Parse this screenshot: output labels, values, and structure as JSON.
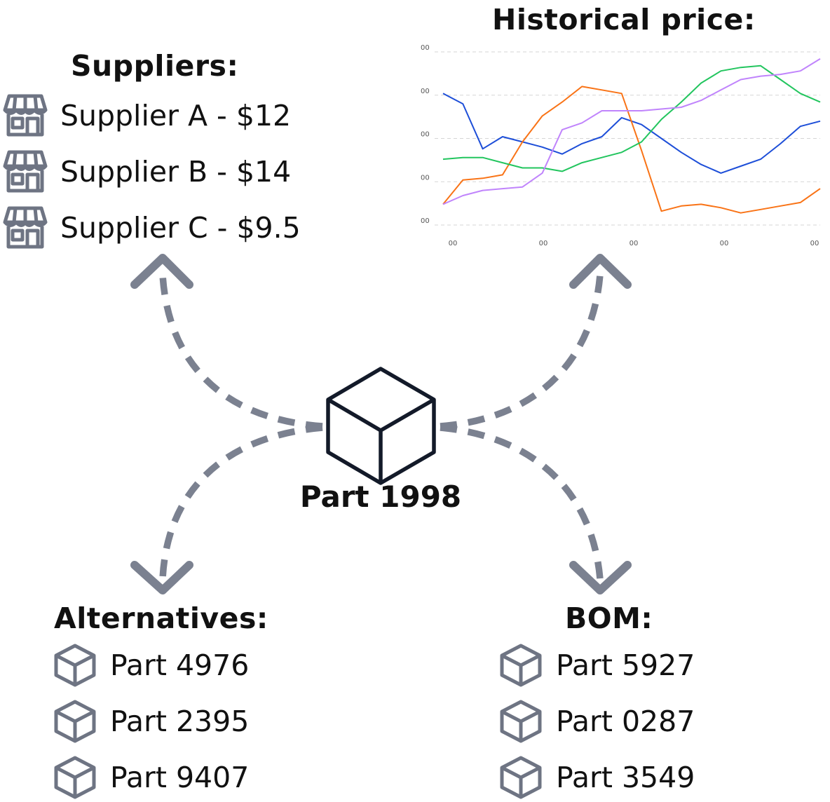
{
  "center": {
    "label": "Part 1998",
    "icon": "cube-icon"
  },
  "suppliers": {
    "heading": "Suppliers:",
    "icon": "store-icon",
    "items": [
      {
        "label": "Supplier A - $12"
      },
      {
        "label": "Supplier B - $14"
      },
      {
        "label": "Supplier C - $9.5"
      }
    ]
  },
  "history": {
    "heading": "Historical price:"
  },
  "alternatives": {
    "heading": "Alternatives:",
    "icon": "box-icon",
    "items": [
      {
        "label": "Part 4976"
      },
      {
        "label": "Part 2395"
      },
      {
        "label": "Part 9407"
      }
    ]
  },
  "bom": {
    "heading": "BOM:",
    "icon": "box-icon",
    "items": [
      {
        "label": "Part 5927"
      },
      {
        "label": "Part 0287"
      },
      {
        "label": "Part 3549"
      }
    ]
  },
  "colors": {
    "arrow": "#7b8190",
    "ink": "#131a29",
    "icon": "#6e7483",
    "grid": "#d6d6d6"
  },
  "chart_data": {
    "type": "line",
    "title": "",
    "xlabel": "",
    "ylabel": "",
    "x": [
      1,
      2,
      3,
      4,
      5,
      6,
      7,
      8,
      9,
      10,
      11,
      12,
      13,
      14,
      15,
      16,
      17,
      18,
      19,
      20
    ],
    "xticks": [
      "00",
      "00",
      "00",
      "00",
      "00"
    ],
    "yticks": [
      "00",
      "00",
      "00",
      "00",
      "00"
    ],
    "xlim": [
      1,
      20
    ],
    "ylim": [
      0,
      100
    ],
    "grid": true,
    "series": [
      {
        "color": "#1d4ed8",
        "values": [
          76,
          70,
          44,
          51,
          48,
          45,
          41,
          47,
          51,
          62,
          58,
          50,
          42,
          35,
          30,
          34,
          38,
          47,
          57,
          60
        ]
      },
      {
        "color": "#f97316",
        "values": [
          12,
          26,
          27,
          29,
          48,
          63,
          71,
          80,
          78,
          76,
          43,
          8,
          11,
          12,
          10,
          7,
          9,
          11,
          13,
          21
        ]
      },
      {
        "color": "#22c55e",
        "values": [
          38,
          39,
          39,
          36,
          33,
          33,
          31,
          36,
          39,
          42,
          48,
          61,
          71,
          82,
          89,
          91,
          92,
          84,
          76,
          71
        ]
      },
      {
        "color": "#c084fc",
        "values": [
          12,
          17,
          20,
          21,
          22,
          30,
          55,
          59,
          66,
          66,
          66,
          67,
          68,
          72,
          78,
          84,
          86,
          87,
          89,
          96
        ]
      }
    ]
  }
}
